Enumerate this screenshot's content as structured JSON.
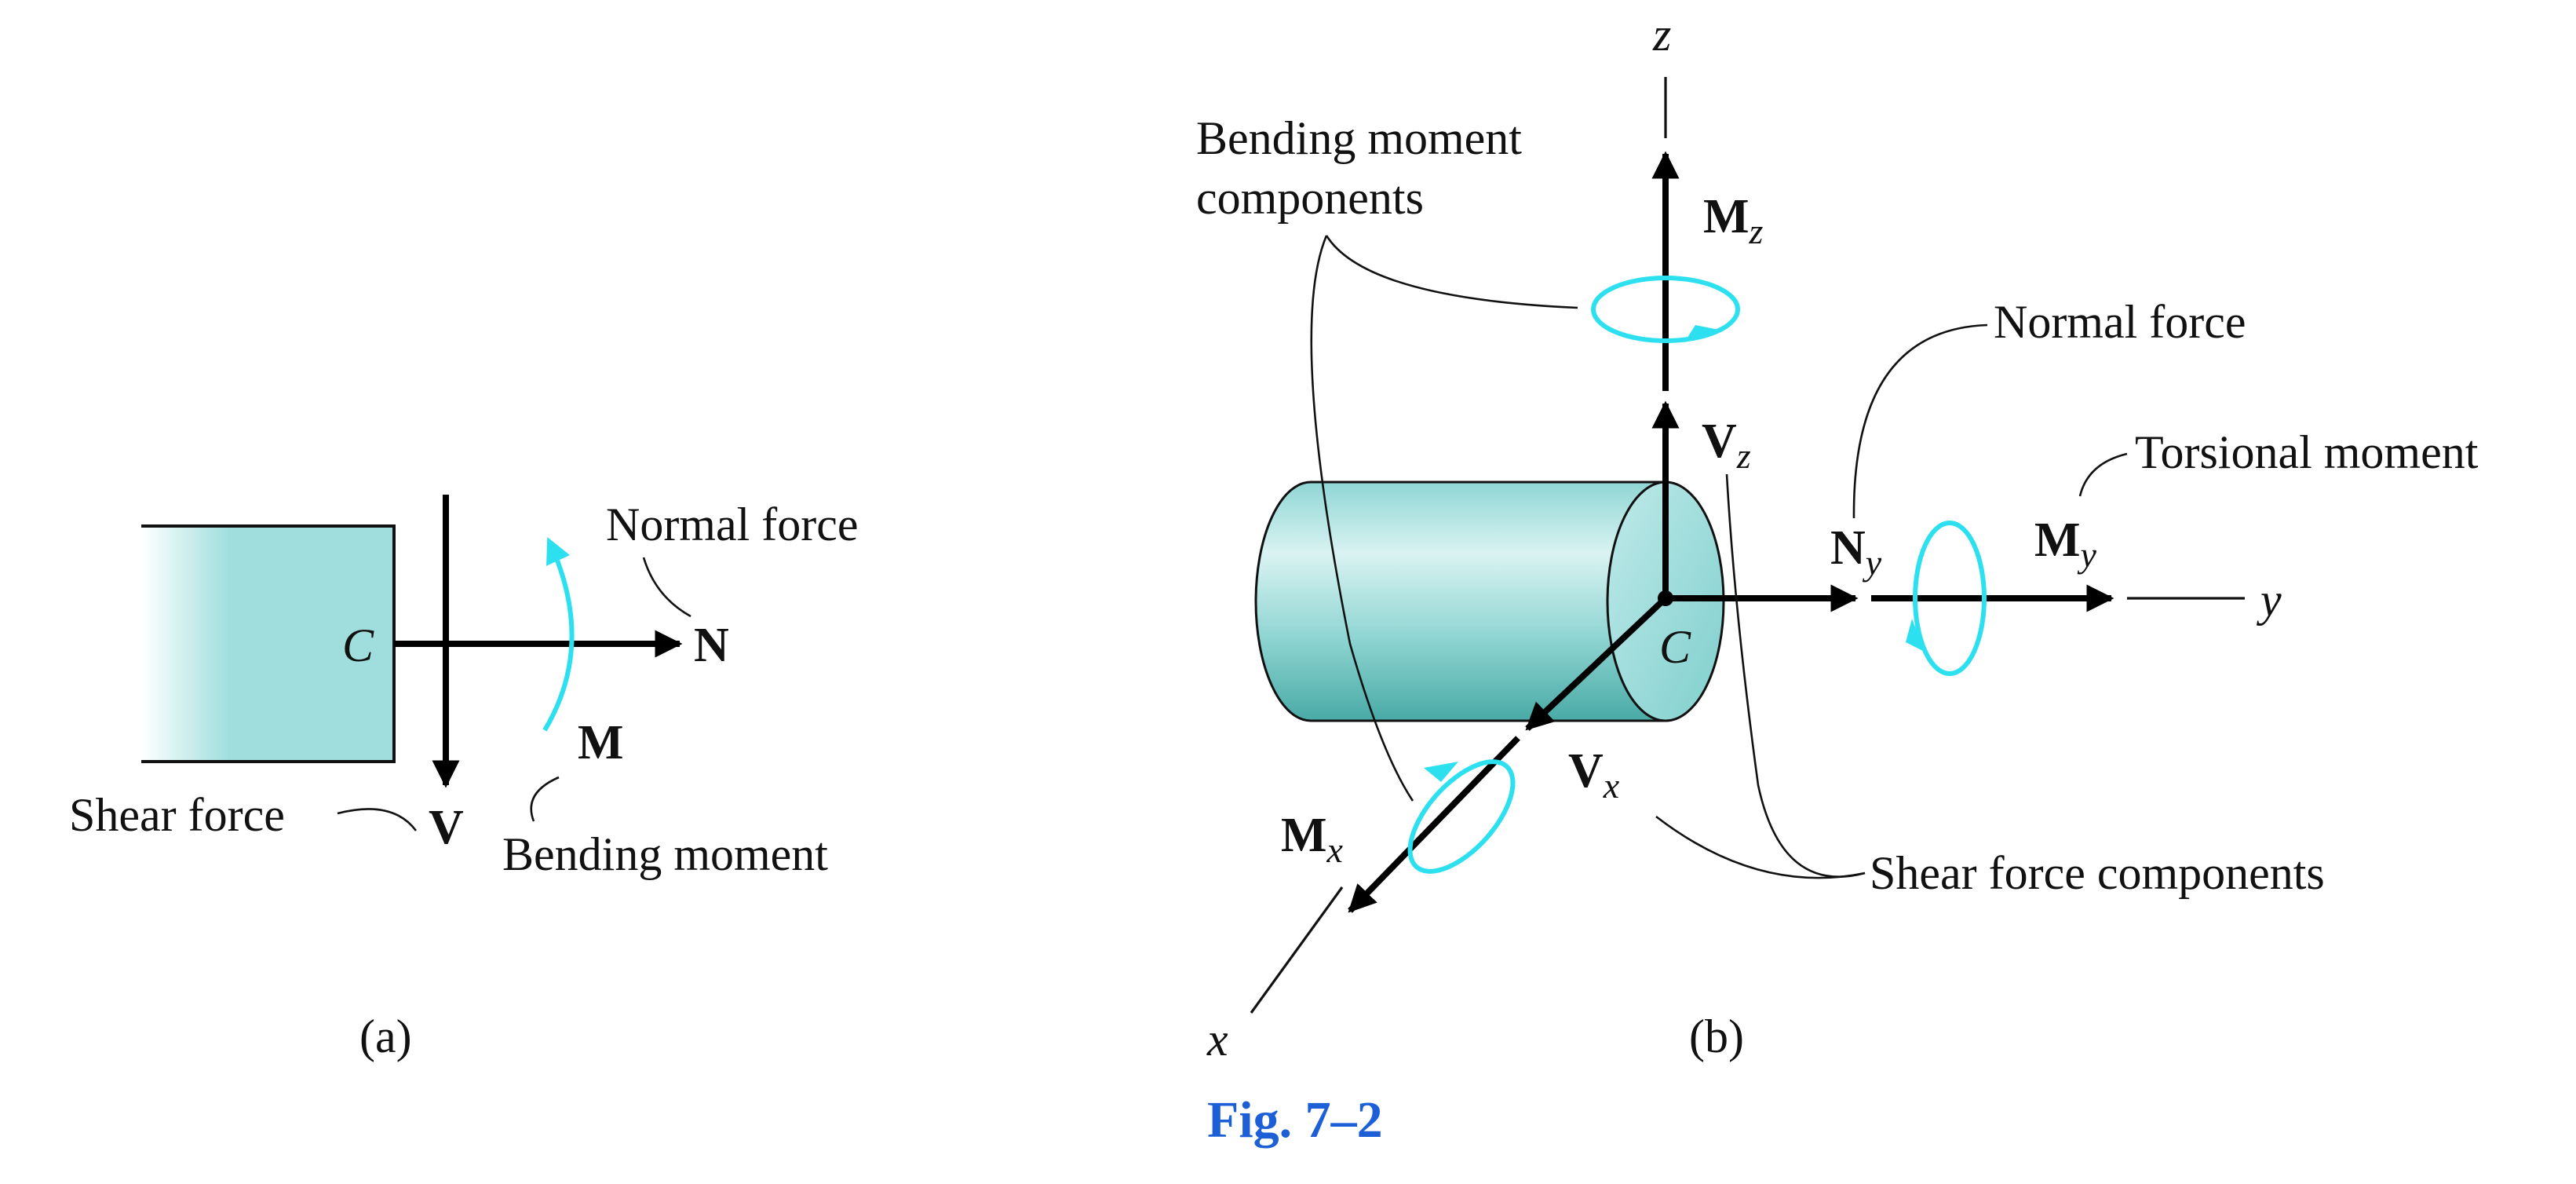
{
  "panel_a": {
    "point": "C",
    "normal_label": "Normal force",
    "normal_symbol": "N",
    "moment_symbol": "M",
    "moment_label": "Bending moment",
    "shear_symbol": "V",
    "shear_label": "Shear force",
    "caption": "(a)"
  },
  "panel_b": {
    "axis_z": "z",
    "axis_y": "y",
    "axis_x": "x",
    "point": "C",
    "bending_label_line1": "Bending moment",
    "bending_label_line2": "components",
    "normal_label": "Normal force",
    "torsional_label": "Torsional moment",
    "shear_label": "Shear force components",
    "Mz": {
      "base": "M",
      "sub": "z"
    },
    "Vz": {
      "base": "V",
      "sub": "z"
    },
    "Ny": {
      "base": "N",
      "sub": "y"
    },
    "My": {
      "base": "M",
      "sub": "y"
    },
    "Vx": {
      "base": "V",
      "sub": "x"
    },
    "Mx": {
      "base": "M",
      "sub": "x"
    },
    "caption": "(b)"
  },
  "figure_caption": "Fig. 7–2",
  "colors": {
    "body_fill": "#9fdedd",
    "moment_arrow": "#2de0f0",
    "caption": "#1d5fd6",
    "ink": "#000000"
  }
}
